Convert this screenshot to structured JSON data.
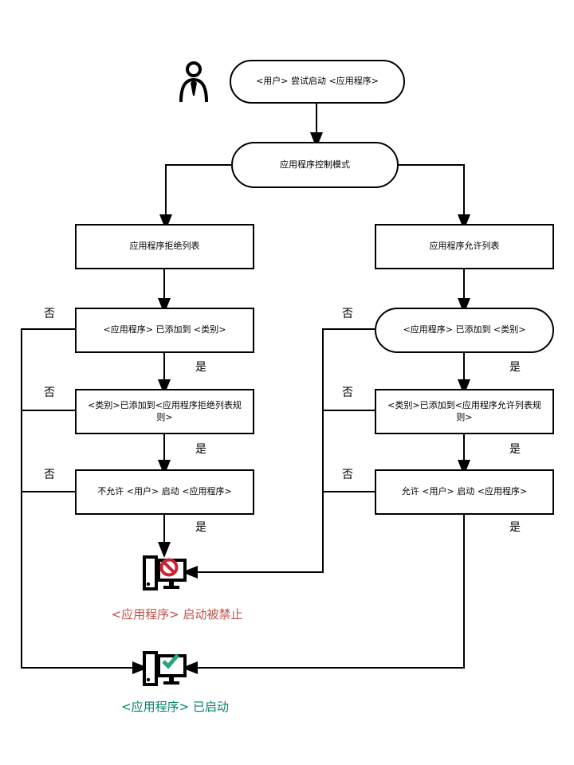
{
  "diagram": {
    "labels": {
      "yes": "是",
      "no": "否"
    },
    "nodes": {
      "start": "<用户> 尝试启动 <应用程序>",
      "control_mode": "应用程序控制模式",
      "denylist": "应用程序拒绝列表",
      "allowlist": "应用程序允许列表",
      "deny_app_in_category": "<应用程序> 已添加到 <类别>",
      "allow_app_in_category": "<应用程序> 已添加到 <类别>",
      "deny_category_rule": "<类别>已添加到<应用程序拒绝列表规则>",
      "allow_category_rule": "<类别>已添加到<应用程序允许列表规则>",
      "deny_launch": "不允许 <用户> 启动 <应用程序>",
      "allow_launch": "允许 <用户> 启动 <应用程序>",
      "blocked_result": "<应用程序> 启动被禁止",
      "started_result": "<应用程序> 已启动"
    },
    "colors": {
      "line": "#000000",
      "blocked_text": "#bf5248",
      "prohibited_sign": "#cc2330",
      "started_text": "#00816b",
      "check_mark": "#26a482"
    },
    "icons": {
      "user": "user-icon",
      "blocked": "computer-blocked-icon",
      "started": "computer-started-icon"
    }
  }
}
